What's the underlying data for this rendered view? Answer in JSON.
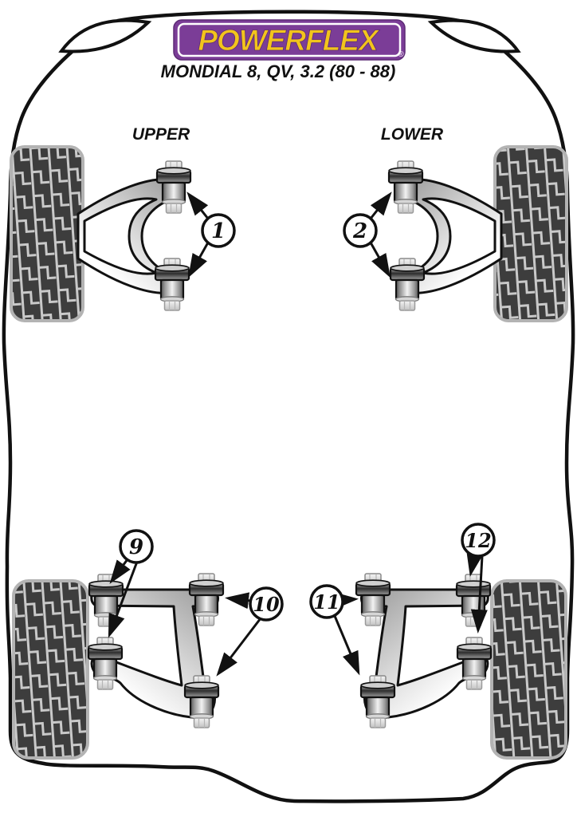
{
  "logo": {
    "text": "POWERFLEX",
    "reg": "®"
  },
  "subtitle": {
    "text": "MONDIAL 8, QV, 3.2 (80 - 88)"
  },
  "labels": {
    "upper": "UPPER",
    "lower": "LOWER"
  },
  "callouts": [
    {
      "id": "1",
      "target": "front-upper-wishbone-bushings"
    },
    {
      "id": "2",
      "target": "front-lower-wishbone-bushings"
    },
    {
      "id": "9",
      "target": "rear-left-outer-bushings"
    },
    {
      "id": "10",
      "target": "rear-left-inner-bushings"
    },
    {
      "id": "11",
      "target": "rear-right-inner-bushings"
    },
    {
      "id": "12",
      "target": "rear-right-outer-bushings"
    }
  ],
  "colors": {
    "logo_purple": "#7b3d97",
    "logo_yellow": "#f2c41c",
    "outline_black": "#111111",
    "tire_dark": "#3d3d3d",
    "tread_light": "#c9c9c9"
  }
}
